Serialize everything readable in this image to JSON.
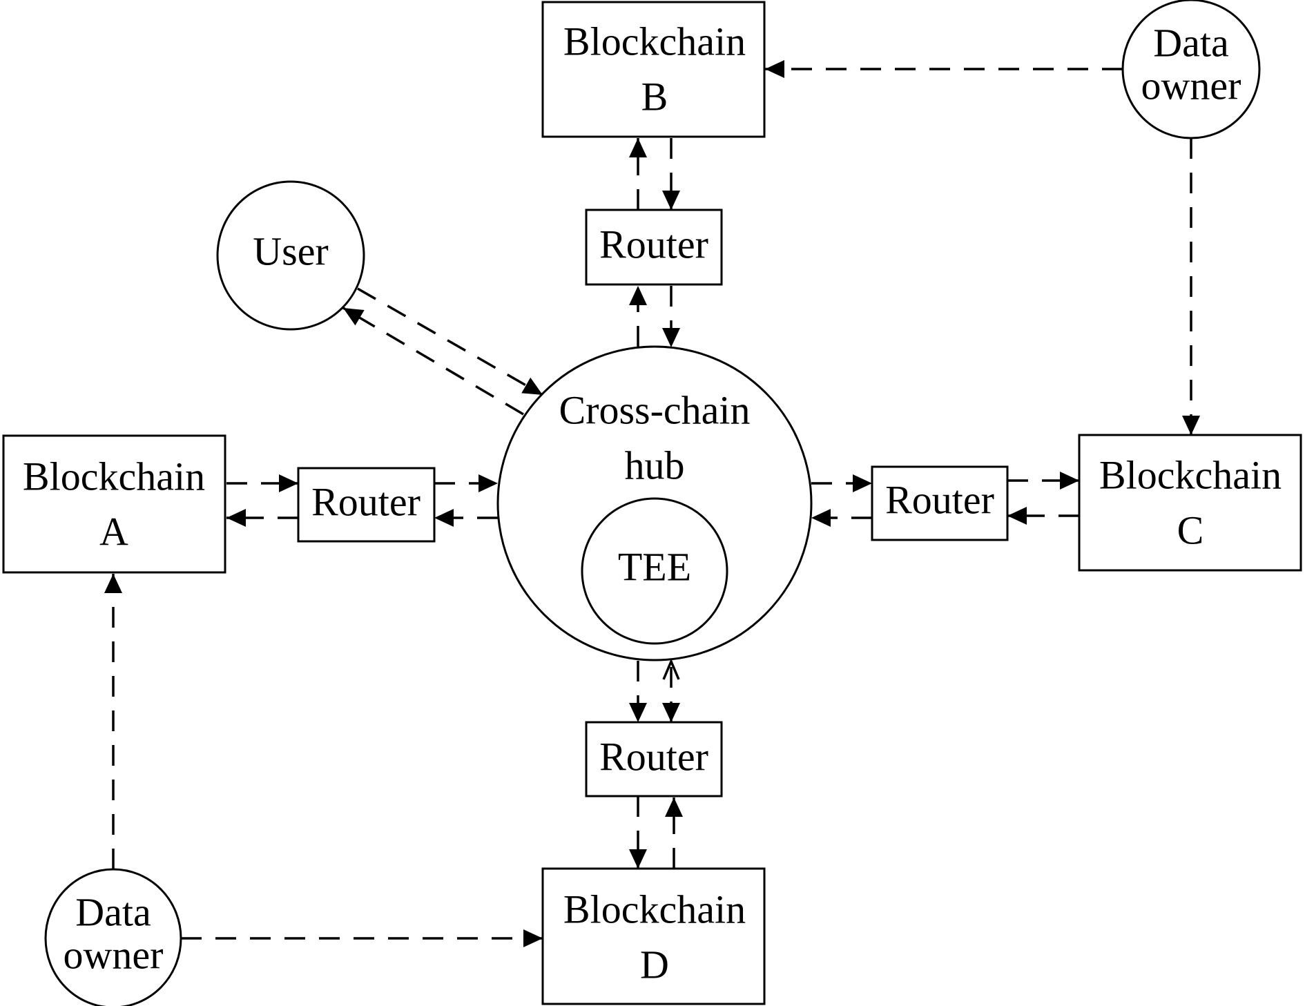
{
  "diagram": {
    "type": "architecture",
    "colors": {
      "stroke": "#000000",
      "fill": "#ffffff",
      "text": "#000000"
    },
    "nodes": {
      "blockchain_a": {
        "shape": "rect",
        "lines": [
          "Blockchain",
          "A"
        ]
      },
      "blockchain_b": {
        "shape": "rect",
        "lines": [
          "Blockchain",
          "B"
        ]
      },
      "blockchain_c": {
        "shape": "rect",
        "lines": [
          "Blockchain",
          "C"
        ]
      },
      "blockchain_d": {
        "shape": "rect",
        "lines": [
          "Blockchain",
          "D"
        ]
      },
      "router_top": {
        "shape": "rect",
        "lines": [
          "Router"
        ]
      },
      "router_left": {
        "shape": "rect",
        "lines": [
          "Router"
        ]
      },
      "router_right": {
        "shape": "rect",
        "lines": [
          "Router"
        ]
      },
      "router_bottom": {
        "shape": "rect",
        "lines": [
          "Router"
        ]
      },
      "hub": {
        "shape": "circle",
        "lines": [
          "Cross-chain",
          "hub"
        ]
      },
      "tee": {
        "shape": "circle",
        "lines": [
          "TEE"
        ]
      },
      "user": {
        "shape": "circle",
        "lines": [
          "User"
        ]
      },
      "data_owner_tr": {
        "shape": "circle",
        "lines": [
          "Data",
          "owner"
        ]
      },
      "data_owner_bl": {
        "shape": "circle",
        "lines": [
          "Data",
          "owner"
        ]
      }
    },
    "edges": [
      {
        "from": "blockchain_b",
        "to": "router_top",
        "style": "dashed",
        "head": "filled"
      },
      {
        "from": "router_top",
        "to": "blockchain_b",
        "style": "dashed",
        "head": "filled"
      },
      {
        "from": "router_top",
        "to": "hub",
        "style": "dashed",
        "head": "filled"
      },
      {
        "from": "hub",
        "to": "router_top",
        "style": "dashed",
        "head": "filled"
      },
      {
        "from": "blockchain_a",
        "to": "router_left",
        "style": "dashed",
        "head": "filled"
      },
      {
        "from": "router_left",
        "to": "blockchain_a",
        "style": "dashed",
        "head": "filled"
      },
      {
        "from": "router_left",
        "to": "hub",
        "style": "dashed",
        "head": "filled"
      },
      {
        "from": "hub",
        "to": "router_left",
        "style": "dashed",
        "head": "filled"
      },
      {
        "from": "hub",
        "to": "router_right",
        "style": "dashed",
        "head": "filled"
      },
      {
        "from": "router_right",
        "to": "hub",
        "style": "dashed",
        "head": "filled"
      },
      {
        "from": "router_right",
        "to": "blockchain_c",
        "style": "dashed",
        "head": "filled"
      },
      {
        "from": "blockchain_c",
        "to": "router_right",
        "style": "dashed",
        "head": "filled"
      },
      {
        "from": "hub",
        "to": "router_bottom",
        "style": "dashed",
        "head": "filled"
      },
      {
        "from": "router_bottom",
        "to": "hub",
        "style": "dashed",
        "head": "open-and-filled"
      },
      {
        "from": "router_bottom",
        "to": "blockchain_d",
        "style": "dashed",
        "head": "filled"
      },
      {
        "from": "blockchain_d",
        "to": "router_bottom",
        "style": "dashed",
        "head": "filled"
      },
      {
        "from": "user",
        "to": "hub",
        "style": "dashed",
        "head": "filled"
      },
      {
        "from": "hub",
        "to": "user",
        "style": "dashed",
        "head": "filled"
      },
      {
        "from": "data_owner_tr",
        "to": "blockchain_b",
        "style": "dashed",
        "head": "filled"
      },
      {
        "from": "data_owner_tr",
        "to": "blockchain_c",
        "style": "dashed",
        "head": "filled"
      },
      {
        "from": "data_owner_bl",
        "to": "blockchain_a",
        "style": "dashed",
        "head": "filled"
      },
      {
        "from": "data_owner_bl",
        "to": "blockchain_d",
        "style": "dashed",
        "head": "filled"
      }
    ]
  }
}
